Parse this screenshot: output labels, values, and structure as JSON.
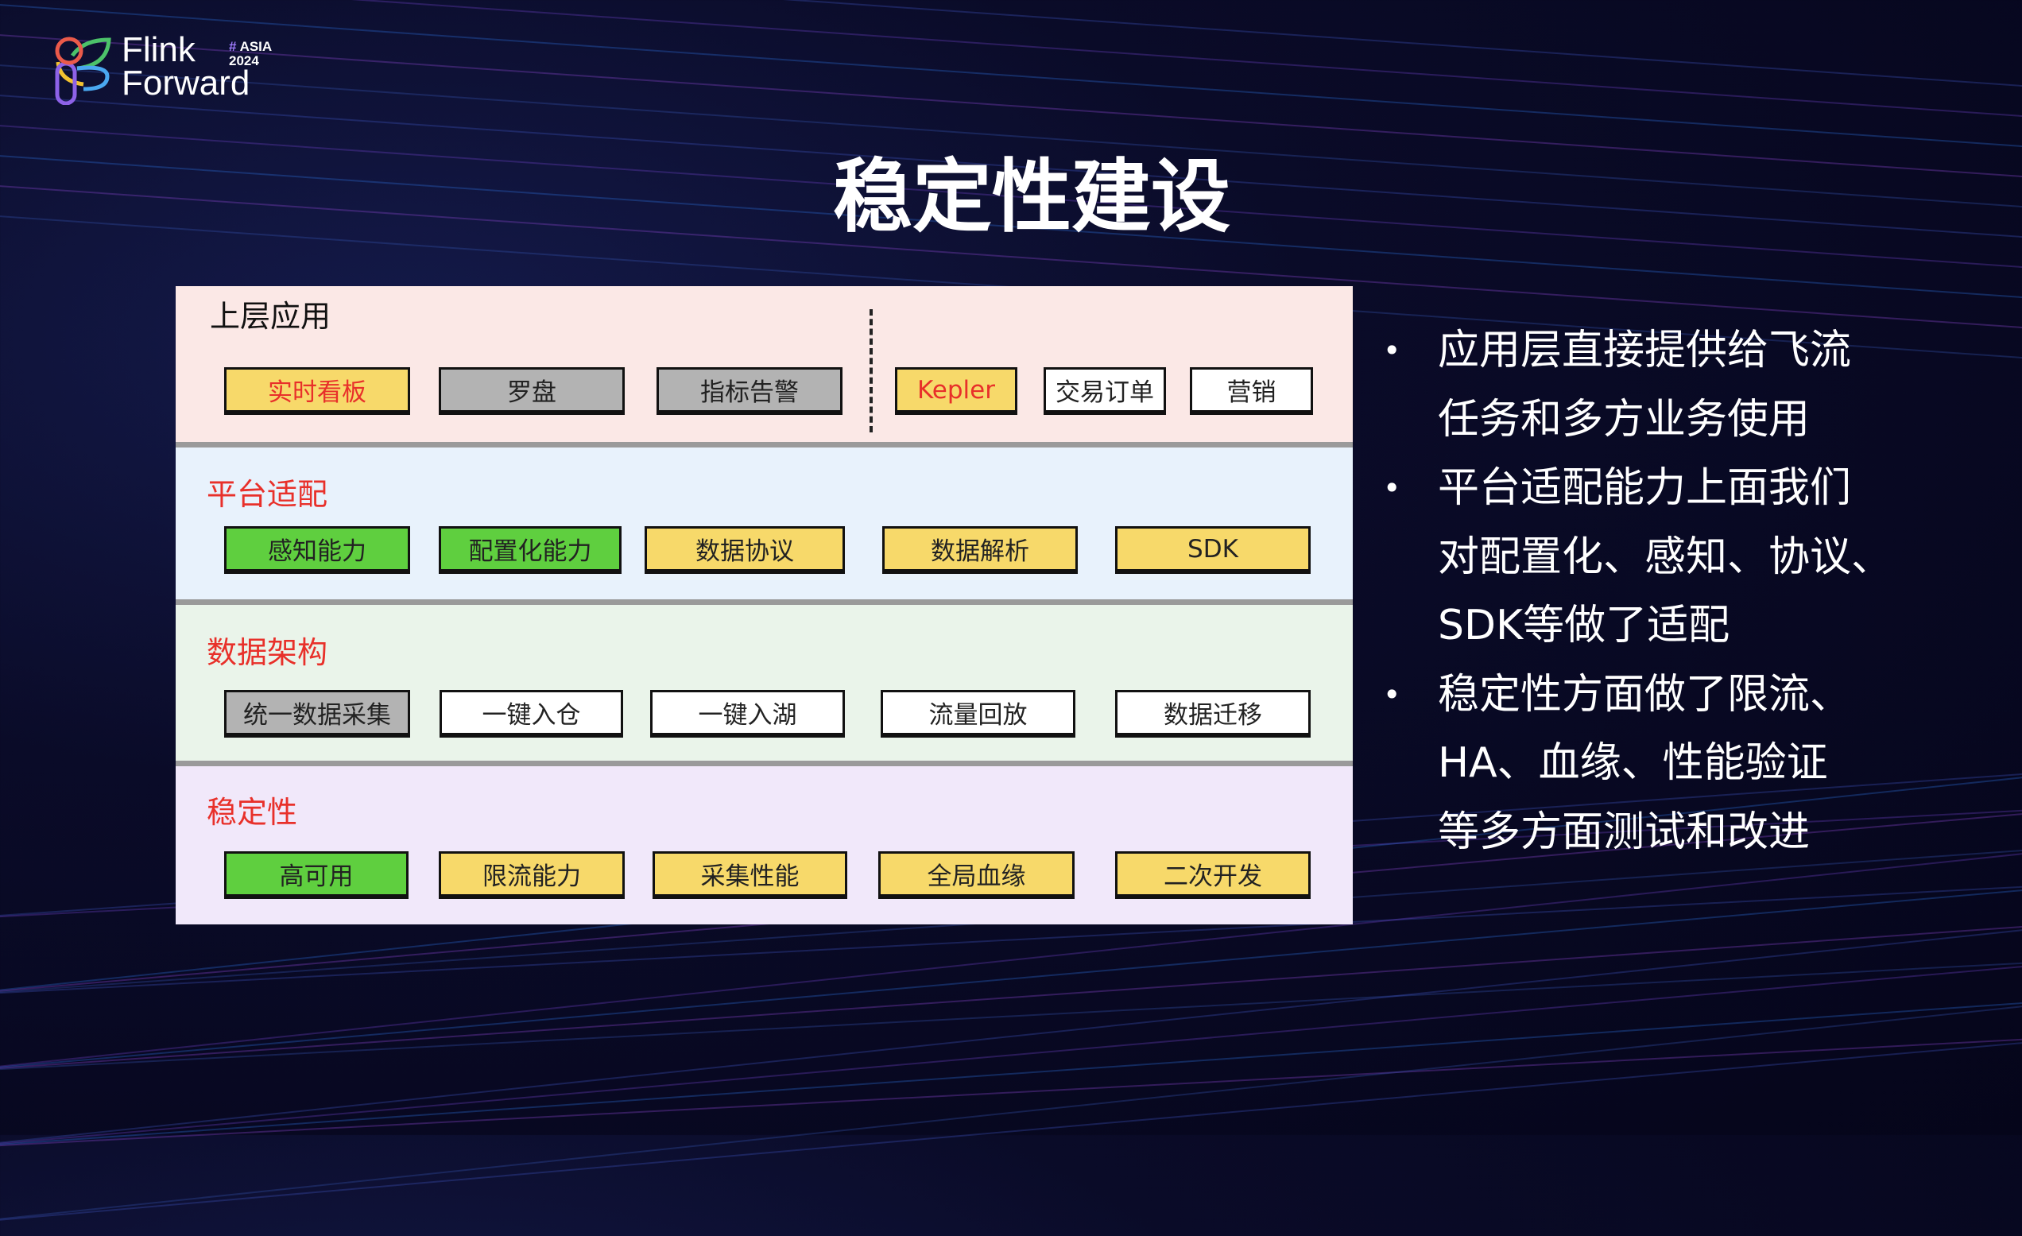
{
  "logo": {
    "line1": "Flink",
    "line2": "Forward",
    "tag_hash": "#",
    "tag_region": "ASIA",
    "tag_year": "2024"
  },
  "title": "稳定性建设",
  "colors": {
    "yellow": "#f7d96a",
    "gray": "#b3b3b3",
    "green": "#5fcf3f",
    "white": "#ffffff",
    "red": "#e8302a"
  },
  "diagram": {
    "sections": [
      {
        "label": "上层应用",
        "label_color": "#111111",
        "bg": "#fbe8e6",
        "items": [
          {
            "text": "实时看板",
            "fill": "yellow",
            "text_color": "#e8302a"
          },
          {
            "text": "罗盘",
            "fill": "gray"
          },
          {
            "text": "指标告警",
            "fill": "gray"
          },
          {
            "text": "Kepler",
            "fill": "yellow",
            "text_color": "#e8302a"
          },
          {
            "text": "交易订单",
            "fill": "white"
          },
          {
            "text": "营销",
            "fill": "white"
          }
        ]
      },
      {
        "label": "平台适配",
        "label_color": "#e8302a",
        "bg": "#e8f2fc",
        "items": [
          {
            "text": "感知能力",
            "fill": "green"
          },
          {
            "text": "配置化能力",
            "fill": "green"
          },
          {
            "text": "数据协议",
            "fill": "yellow"
          },
          {
            "text": "数据解析",
            "fill": "yellow"
          },
          {
            "text": "SDK",
            "fill": "yellow"
          }
        ]
      },
      {
        "label": "数据架构",
        "label_color": "#e8302a",
        "bg": "#eaf4ea",
        "items": [
          {
            "text": "统一数据采集",
            "fill": "gray"
          },
          {
            "text": "一键入仓",
            "fill": "white"
          },
          {
            "text": "一键入湖",
            "fill": "white"
          },
          {
            "text": "流量回放",
            "fill": "white"
          },
          {
            "text": "数据迁移",
            "fill": "white"
          }
        ]
      },
      {
        "label": "稳定性",
        "label_color": "#e8302a",
        "bg": "#f1e8fa",
        "items": [
          {
            "text": "高可用",
            "fill": "green"
          },
          {
            "text": "限流能力",
            "fill": "yellow"
          },
          {
            "text": "采集性能",
            "fill": "yellow"
          },
          {
            "text": "全局血缘",
            "fill": "yellow"
          },
          {
            "text": "二次开发",
            "fill": "yellow"
          }
        ]
      }
    ]
  },
  "bullets": [
    {
      "lines": [
        "应用层直接提供给飞流",
        "任务和多方业务使用"
      ]
    },
    {
      "lines": [
        "平台适配能力上面我们",
        "对配置化、感知、协议、",
        "SDK等做了适配"
      ]
    },
    {
      "lines": [
        "稳定性方面做了限流、",
        "HA、血缘、性能验证",
        "等多方面测试和改进"
      ]
    }
  ]
}
